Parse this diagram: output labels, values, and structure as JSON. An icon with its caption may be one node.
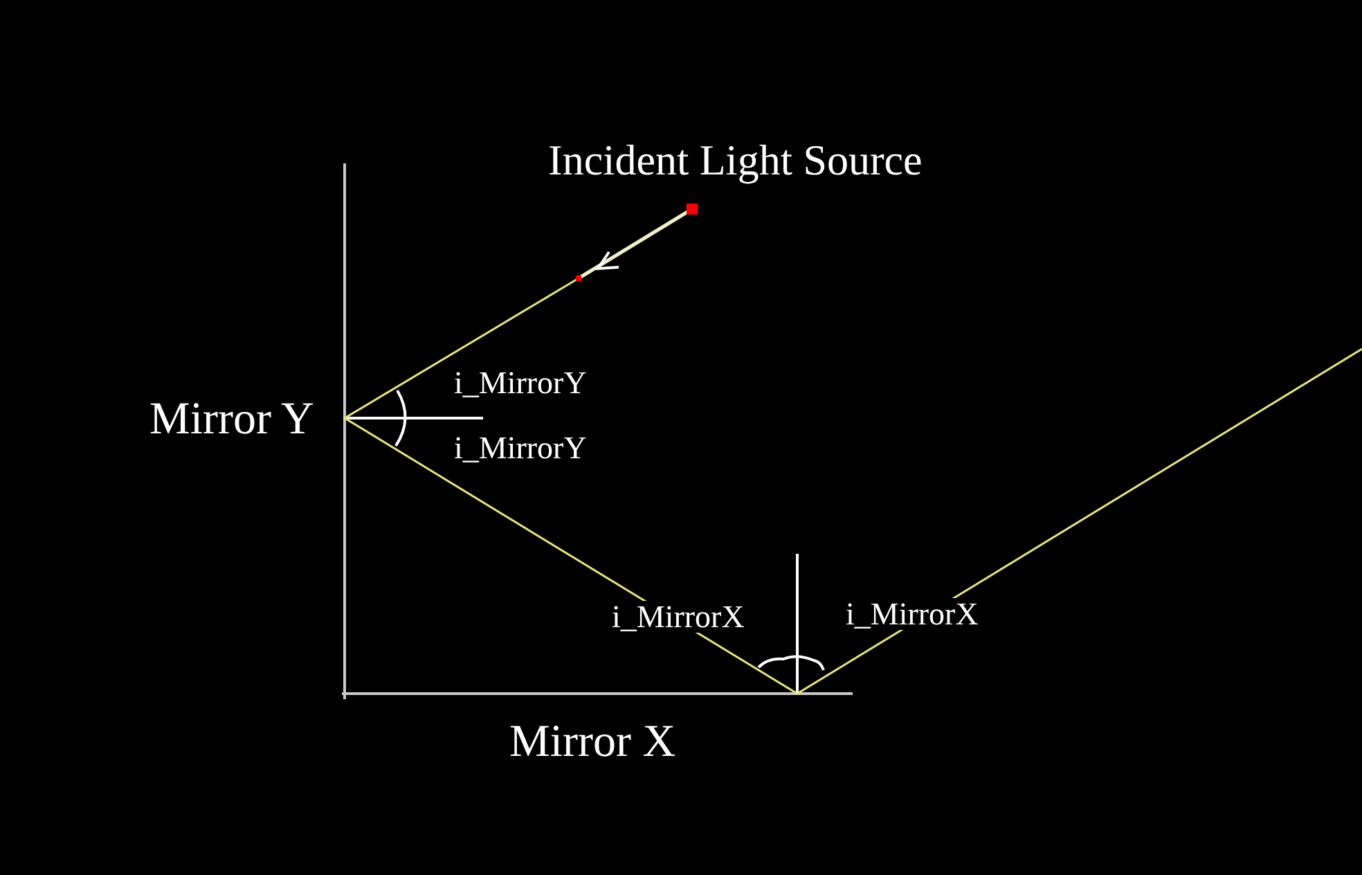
{
  "diagram": {
    "labels": [
      "Incident Light Source",
      "Mirror Y",
      "i_MirrorY",
      "i_MirrorY",
      "i_MirrorX",
      "i_MirrorX",
      "Mirror X"
    ]
  }
}
